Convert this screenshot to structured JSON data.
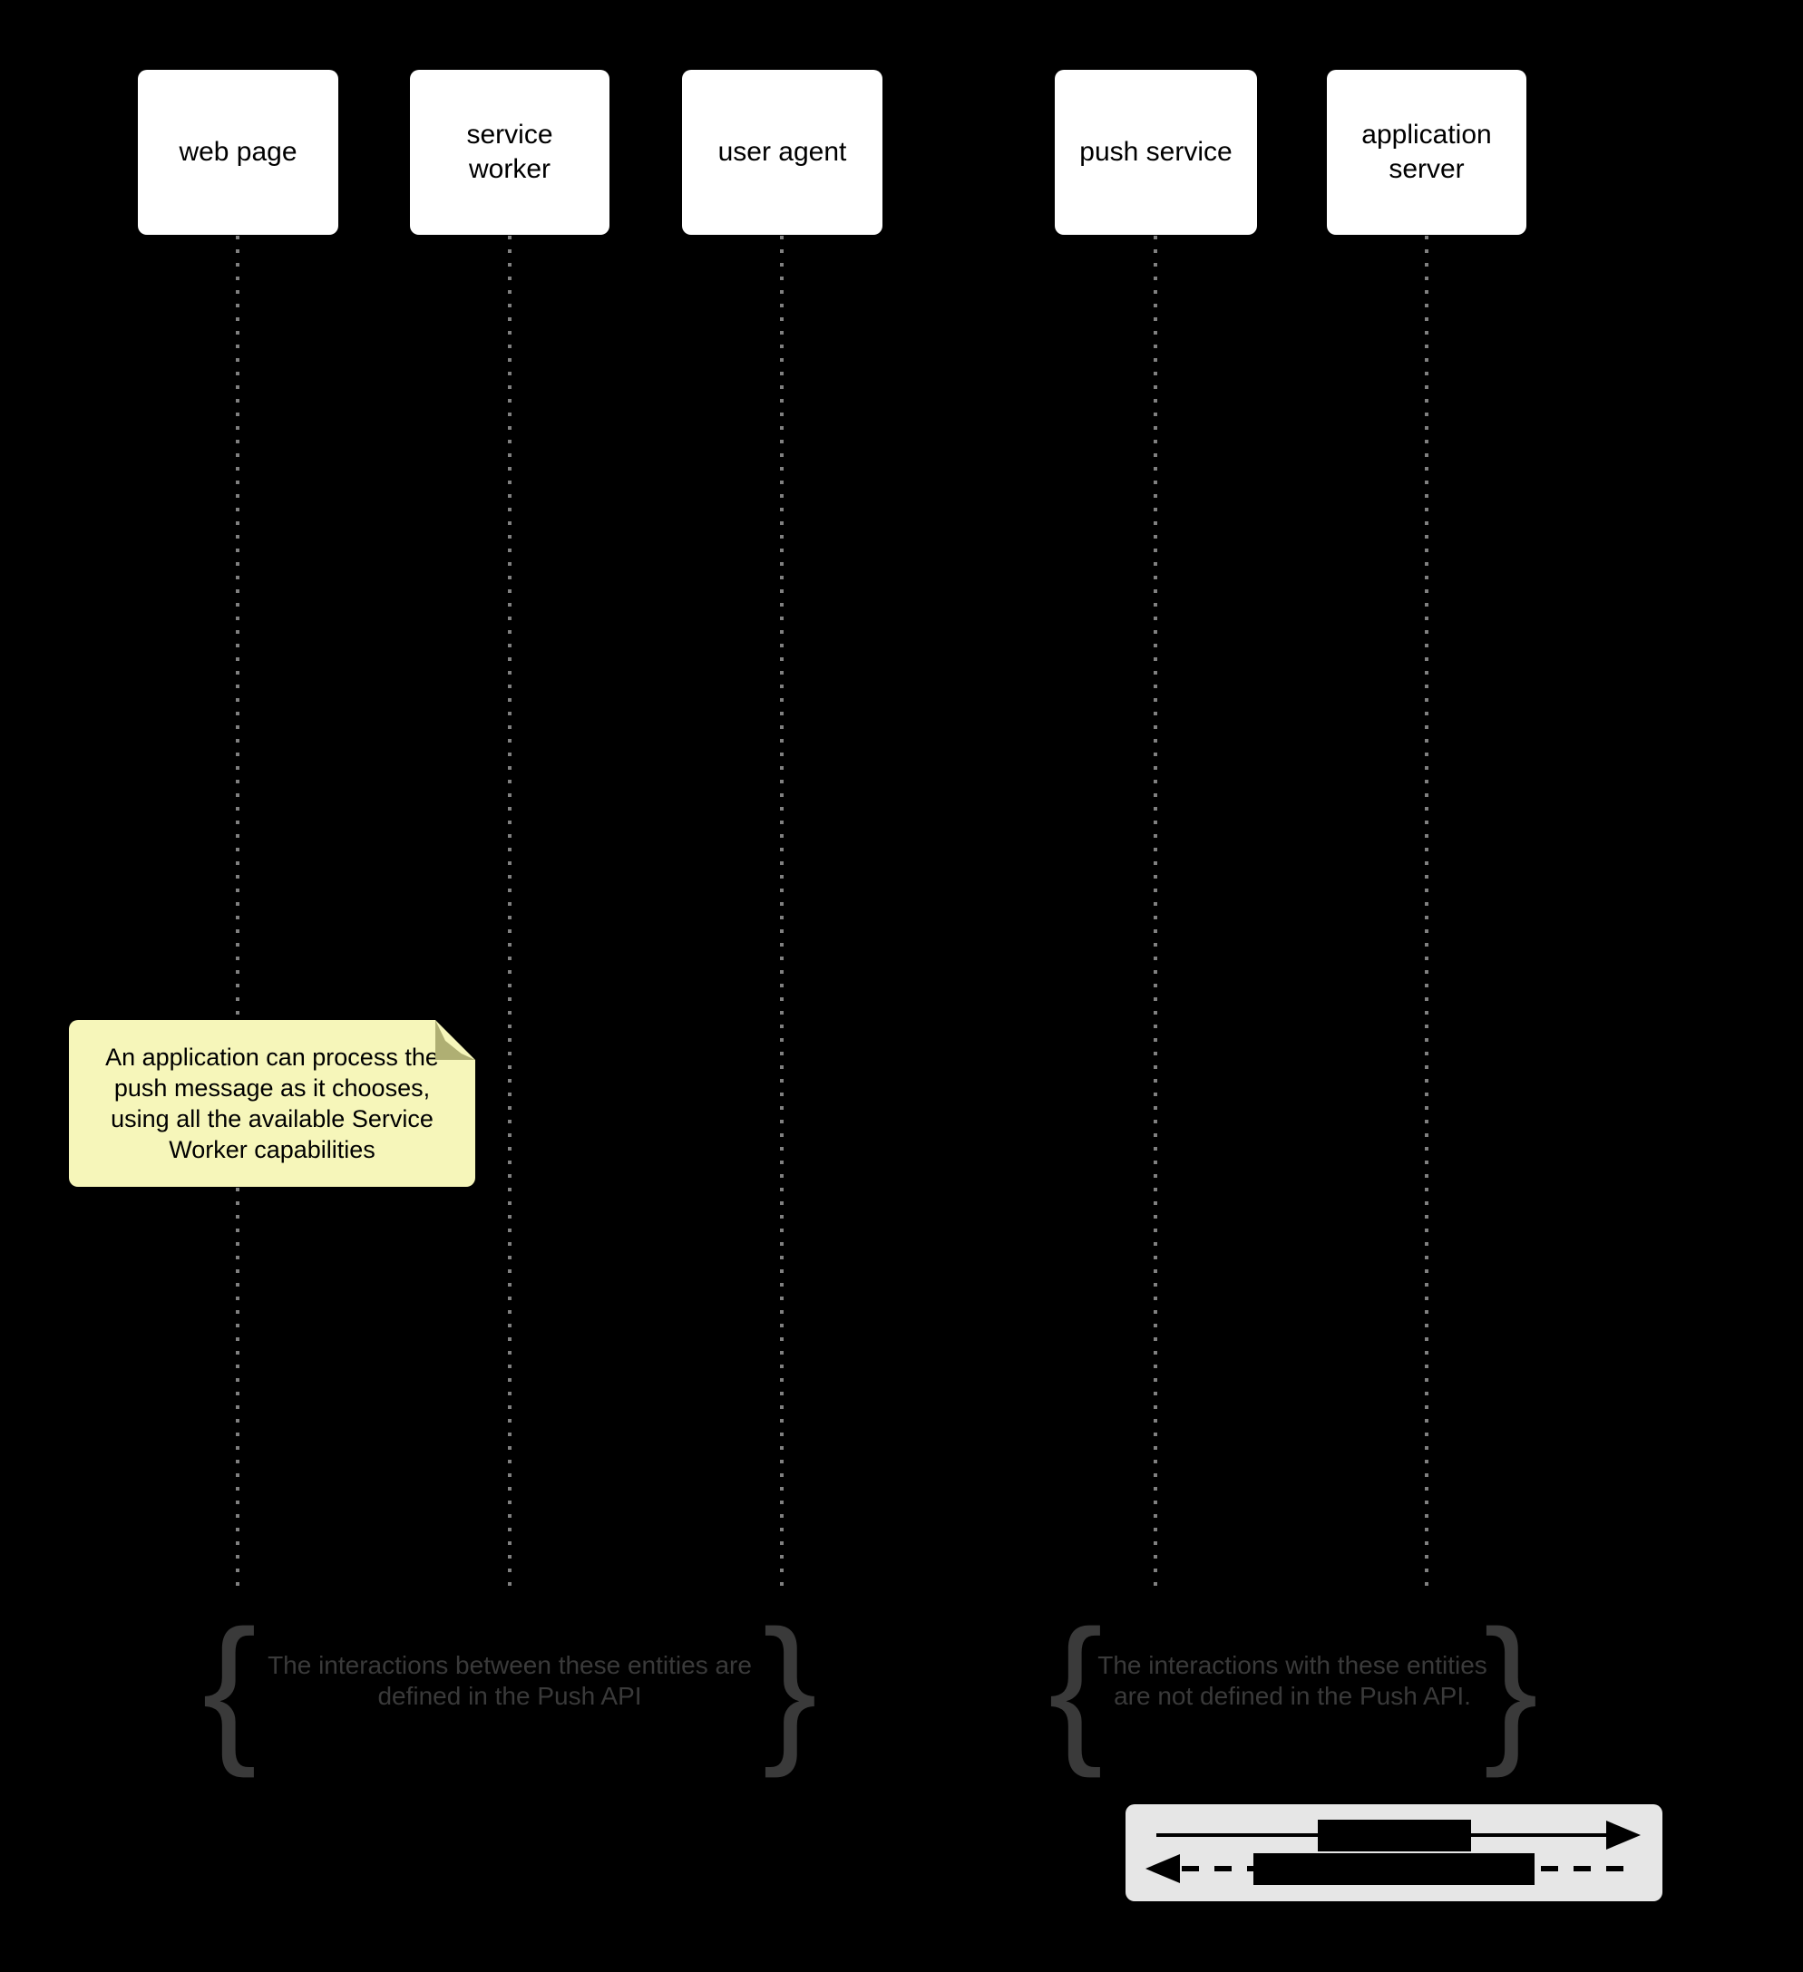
{
  "diagram_type": "sequence-diagram",
  "actors": [
    {
      "lines": [
        "web page"
      ]
    },
    {
      "lines": [
        "service",
        "worker"
      ]
    },
    {
      "lines": [
        "user agent"
      ]
    },
    {
      "lines": [
        "push service"
      ]
    },
    {
      "lines": [
        "application",
        "server"
      ]
    }
  ],
  "note": {
    "lines": [
      "An application can process the",
      "push message as it chooses,",
      "using all the available Service",
      "Worker capabilities"
    ]
  },
  "groups": [
    {
      "line1": "The interactions between these entities are",
      "line2": "defined in the Push API"
    },
    {
      "line1": "The interactions with these entities",
      "line2": "are not defined in the Push API."
    }
  ],
  "glyphs": {
    "open_brace": "{",
    "close_brace": "}"
  },
  "legend": {
    "rows": [
      {
        "icon": "solid-arrow-right"
      },
      {
        "icon": "dashed-arrow-left"
      }
    ]
  },
  "colors": {
    "background": "#000000",
    "actor_box_fill": "#FFFFFF",
    "actor_text": "#000000",
    "lifeline_dot": "#808080",
    "note_fill": "#F6F6BA",
    "note_fold": "#AFAF73",
    "annotation_text": "#3A3A3A",
    "legend_background": "#E6E6E6",
    "legend_ink": "#000000"
  }
}
